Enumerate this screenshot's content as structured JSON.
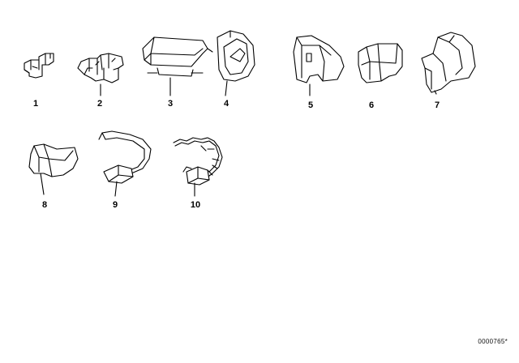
{
  "parts": [
    {
      "label": "1",
      "icon": "small-clip-icon"
    },
    {
      "label": "2",
      "icon": "double-clip-icon"
    },
    {
      "label": "3",
      "icon": "flat-clamp-icon"
    },
    {
      "label": "4",
      "icon": "holder-clip-icon"
    },
    {
      "label": "5",
      "icon": "bracket-clip-icon"
    },
    {
      "label": "6",
      "icon": "spring-clip-icon"
    },
    {
      "label": "7",
      "icon": "cable-clip-icon"
    },
    {
      "label": "8",
      "icon": "edge-clip-icon"
    },
    {
      "label": "9",
      "icon": "cable-tie-icon"
    },
    {
      "label": "10",
      "icon": "fir-tree-tie-icon"
    }
  ],
  "drawing_id": "0000765*"
}
